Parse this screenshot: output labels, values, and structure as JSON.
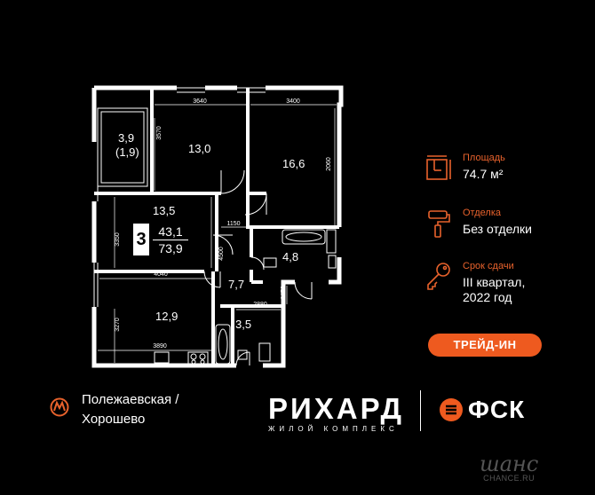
{
  "plan": {
    "rooms": [
      {
        "id": "balcony",
        "area": "3,9",
        "sub": "(1,9)"
      },
      {
        "id": "room1",
        "area": "13,0"
      },
      {
        "id": "room2",
        "area": "16,6"
      },
      {
        "id": "living",
        "area": "13,5"
      },
      {
        "id": "bath1",
        "area": "4,8"
      },
      {
        "id": "hall",
        "area": "7,7"
      },
      {
        "id": "kitchen",
        "area": "12,9"
      },
      {
        "id": "bath2",
        "area": "3,5"
      }
    ],
    "dims": [
      "3640",
      "3400",
      "3570",
      "2060",
      "1150",
      "3350",
      "4500",
      "4040",
      "1470",
      "2880",
      "3270",
      "3890"
    ],
    "rooms_count": "3",
    "living_area": "43,1",
    "total_area": "73,9"
  },
  "info": {
    "area_label": "Площадь",
    "area_value": "74.7 м²",
    "finish_label": "Отделка",
    "finish_value": "Без отделки",
    "deadline_label": "Срок сдачи",
    "deadline_value_1": "III квартал,",
    "deadline_value_2": "2022 год",
    "accent_color": "#ee5a1f"
  },
  "trade_button": "ТРЕЙД-ИН",
  "metro": {
    "line1": "Полежаевская /",
    "line2": "Хорошево",
    "icon": "metro-icon"
  },
  "brand": {
    "name": "РИХАРД",
    "subtitle": "ЖИЛОЙ КОМПЛЕКС"
  },
  "developer": {
    "name": "ФСК"
  },
  "watermark": {
    "logo": "шанс",
    "url": "CHANCE.RU"
  }
}
